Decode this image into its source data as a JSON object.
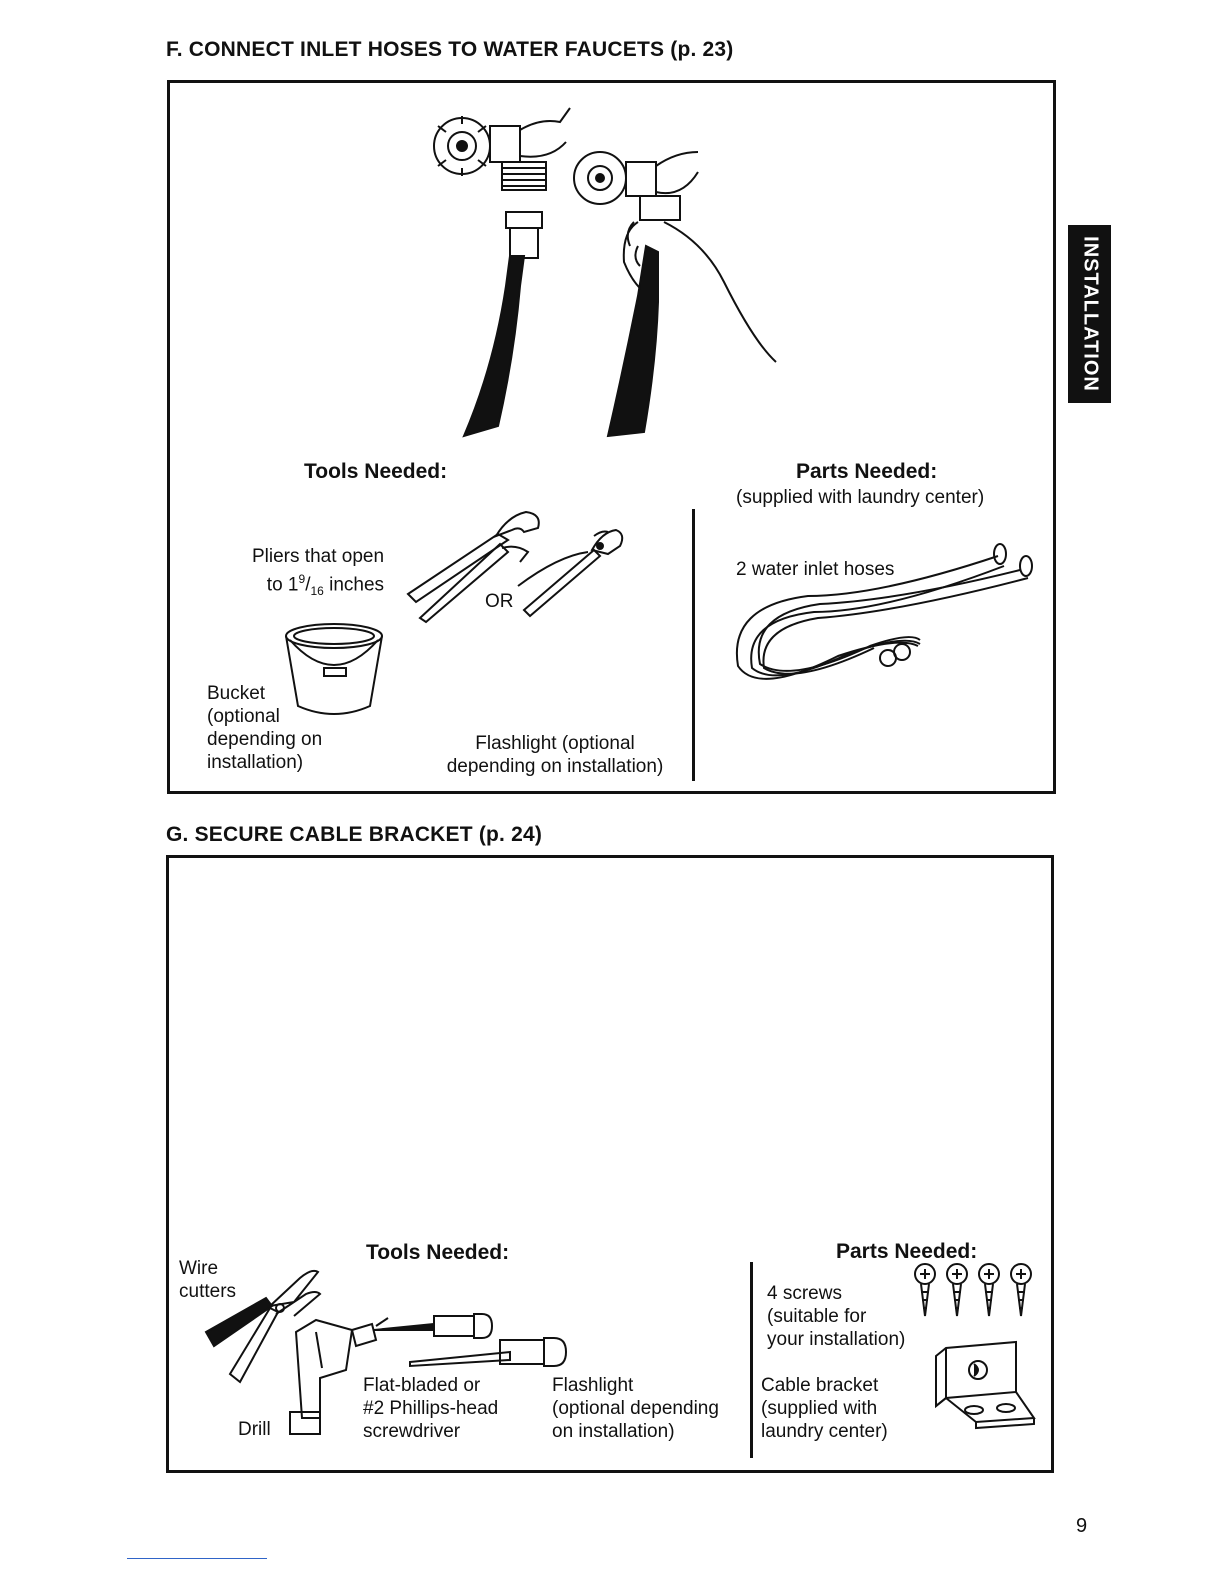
{
  "sections": {
    "f": {
      "heading": "F. CONNECT INLET HOSES TO WATER FAUCETS (p. 23)",
      "tools_title": "Tools Needed:",
      "parts_title": "Parts Needed:",
      "parts_subtitle": "(supplied with laundry center)",
      "pliers_line1": "Pliers that open",
      "pliers_prefix": "to 1",
      "pliers_num": "9",
      "pliers_den": "16",
      "pliers_suffix": " inches",
      "or_label": "OR",
      "bucket_lines": [
        "Bucket",
        "(optional",
        "depending on",
        "installation)"
      ],
      "flashlight_lines": [
        "Flashlight (optional",
        "depending on installation)"
      ],
      "hoses_label": "2 water inlet hoses"
    },
    "g": {
      "heading": "G. SECURE CABLE BRACKET (p. 24)",
      "tools_title": "Tools Needed:",
      "parts_title": "Parts Needed:",
      "wire_cutters_lines": [
        "Wire",
        "cutters"
      ],
      "drill_label": "Drill",
      "screwdriver_lines": [
        "Flat-bladed or",
        "#2 Phillips-head",
        "screwdriver"
      ],
      "flashlight_lines": [
        "Flashlight",
        "(optional depending",
        "on installation)"
      ],
      "screws_lines": [
        "4 screws",
        "(suitable for",
        "your installation)"
      ],
      "bracket_lines": [
        "Cable bracket",
        "(supplied with",
        "laundry center)"
      ]
    }
  },
  "side_tab": "INSTALLATION",
  "page_number": "9",
  "icons": [
    "faucet-icon",
    "hose-icon",
    "hand-icon",
    "pliers-icon",
    "bucket-icon",
    "inlet-hoses-icon",
    "wire-cutters-icon",
    "drill-icon",
    "screwdriver-icon",
    "screw-icon",
    "cable-bracket-icon"
  ]
}
